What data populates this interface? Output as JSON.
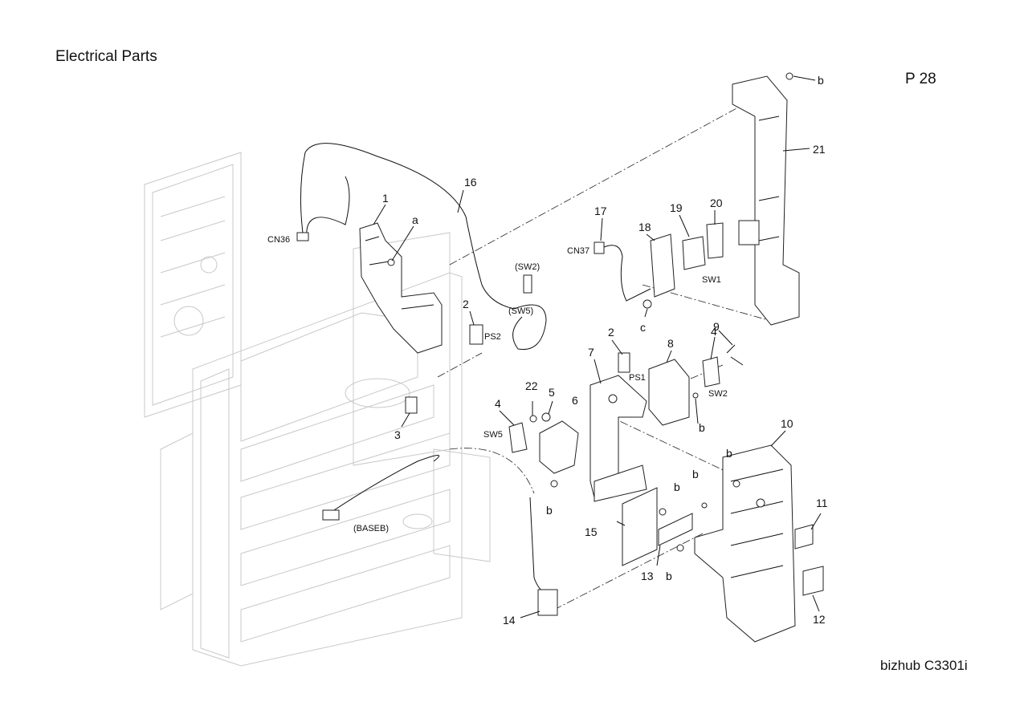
{
  "header": {
    "title": "Electrical Parts",
    "page": "P 28"
  },
  "footer": {
    "model": "bizhub C3301i"
  },
  "callouts": {
    "n1": "1",
    "n2a": "2",
    "n2b": "2",
    "n3": "3",
    "n4a": "4",
    "n4b": "4",
    "n5": "5",
    "n6": "6",
    "n7": "7",
    "n8": "8",
    "n9": "9",
    "n10": "10",
    "n11": "11",
    "n12": "12",
    "n13": "13",
    "n14": "14",
    "n15": "15",
    "n16": "16",
    "n17": "17",
    "n18": "18",
    "n19": "19",
    "n20": "20",
    "n21": "21",
    "n22": "22",
    "a": "a",
    "b1": "b",
    "b2": "b",
    "b3": "b",
    "b4": "b",
    "b5": "b",
    "b6": "b",
    "b7": "b",
    "c": "c"
  },
  "connector_labels": {
    "cn36": "CN36",
    "cn37": "CN37",
    "sw2_paren": "(SW2)",
    "sw5_paren": "(SW5)",
    "ps2": "PS2",
    "ps1": "PS1",
    "sw1": "SW1",
    "sw2": "SW2",
    "sw5": "SW5",
    "baseb": "(BASEB)"
  }
}
